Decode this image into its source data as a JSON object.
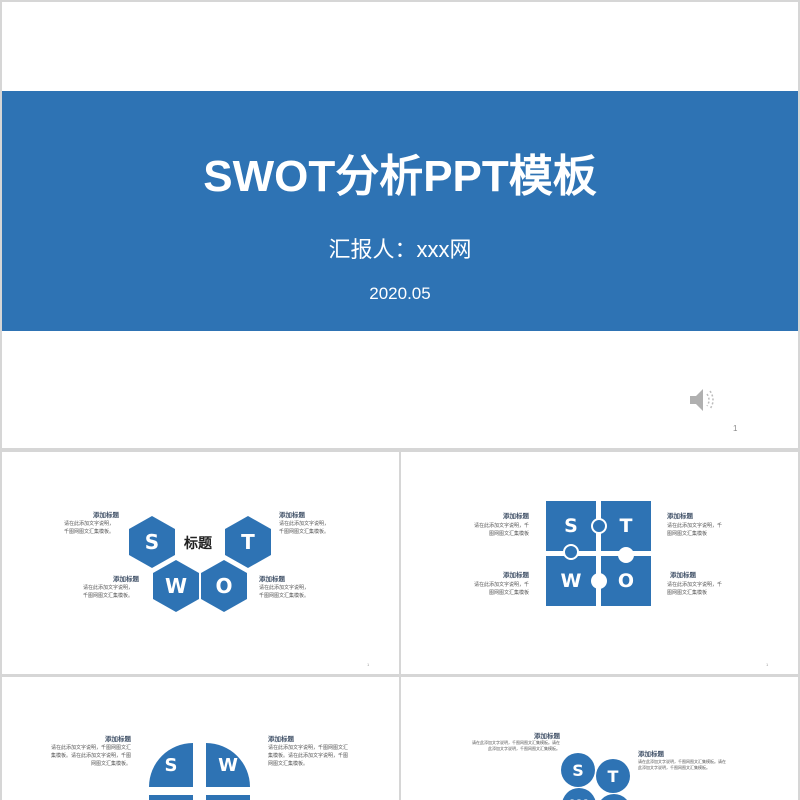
{
  "colors": {
    "accent": "#2e73b4",
    "background": "#d6d6d6",
    "slide": "#ffffff",
    "label_title": "#44546a"
  },
  "main_slide": {
    "title": "SWOT分析PPT模板",
    "reporter": "汇报人：xxx网",
    "date": "2020.05",
    "audio_icon": "speaker-icon",
    "page_number": "1"
  },
  "thumbnails": [
    {
      "layout": "hexagons",
      "center_title": "标题",
      "letters": [
        "S",
        "T",
        "W",
        "O"
      ],
      "items": [
        {
          "title": "添加标题",
          "body_line1": "请在此添加文字说明，",
          "body_line2": "千图网图文汇集模板。"
        },
        {
          "title": "添加标题",
          "body_line1": "请在此添加文字说明，",
          "body_line2": "千图网图文汇集模板。"
        },
        {
          "title": "添加标题",
          "body_line1": "请在此添加文字说明，",
          "body_line2": "千图网图文汇集模板。"
        },
        {
          "title": "添加标题",
          "body_line1": "请在此添加文字说明，",
          "body_line2": "千图网图文汇集模板。"
        }
      ],
      "page_number": "1"
    },
    {
      "layout": "puzzle",
      "letters": [
        "S",
        "T",
        "W",
        "O"
      ],
      "items": [
        {
          "title": "添加标题",
          "body_line1": "请在此添加文字说明，千",
          "body_line2": "图网图文汇集模板"
        },
        {
          "title": "添加标题",
          "body_line1": "请在此添加文字说明，千",
          "body_line2": "图网图文汇集模板"
        },
        {
          "title": "添加标题",
          "body_line1": "请在此添加文字说明，千",
          "body_line2": "图网图文汇集模板"
        },
        {
          "title": "添加标题",
          "body_line1": "请在此添加文字说明，千",
          "body_line2": "图网图文汇集模板"
        }
      ],
      "page_number": "1"
    },
    {
      "layout": "quarter-circle",
      "letters": [
        "S",
        "W"
      ],
      "items": [
        {
          "title": "添加标题",
          "body_line1": "请在此添加文字说明，千图网图文汇",
          "body_line2": "集模板。请在此添加文字说明，千图",
          "body_line3": "网图文汇集模板。"
        },
        {
          "title": "添加标题",
          "body_line1": "请在此添加文字说明，千图网图文汇",
          "body_line2": "集模板。请在此添加文字说明，千图",
          "body_line3": "网图文汇集模板。"
        }
      ]
    },
    {
      "layout": "circles",
      "letters": [
        "S",
        "T",
        "W",
        "O"
      ],
      "items": [
        {
          "title": "添加标题",
          "body_line1": "请在此添加文字说明，千图网图文汇集模板。请在",
          "body_line2": "此添加文字说明，千图网图文汇集模板。"
        },
        {
          "title": "添加标题",
          "body_line1": "请在此添加文字说明，千图网图文汇集模板。请在",
          "body_line2": "此添加文字说明，千图网图文汇集模板。"
        }
      ]
    }
  ]
}
